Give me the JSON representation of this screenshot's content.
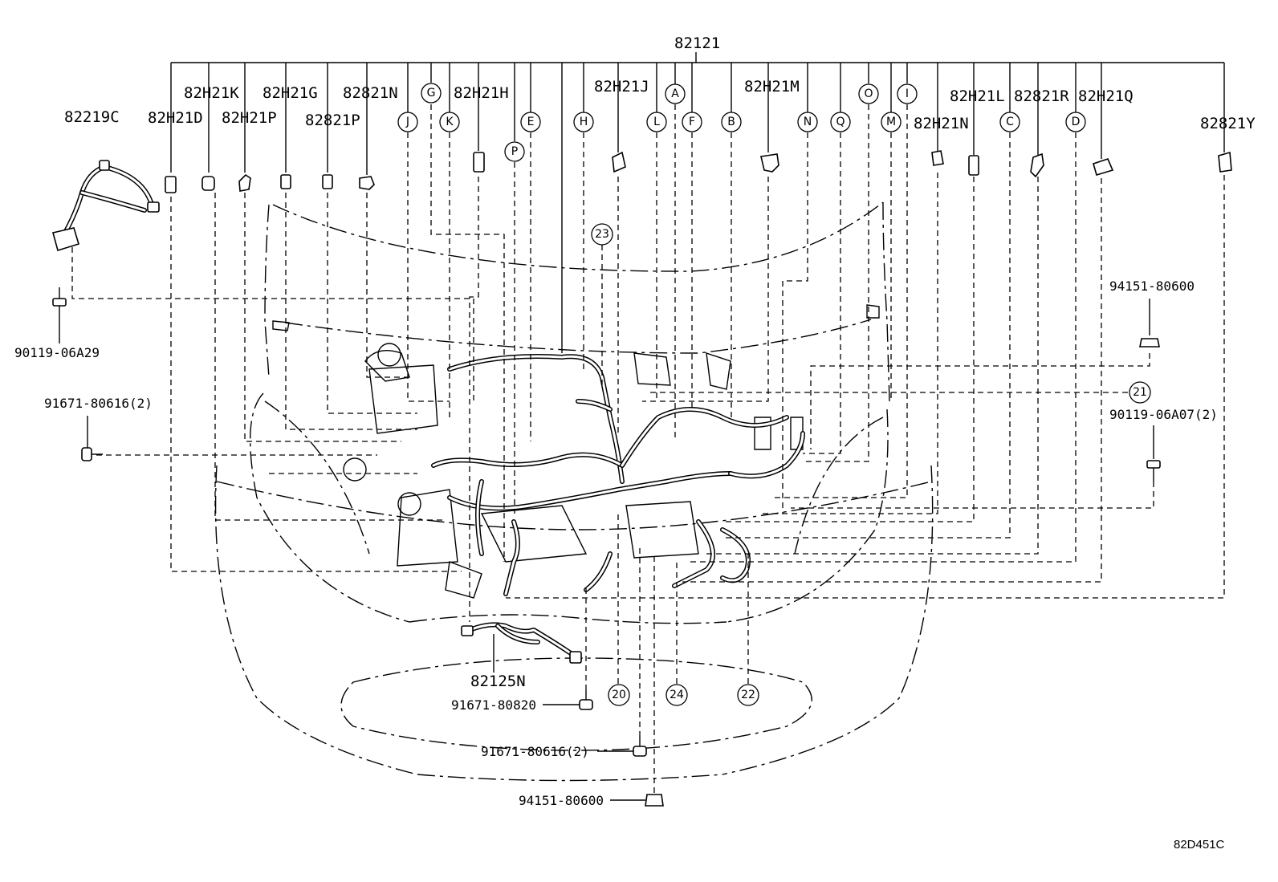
{
  "main_part": "82121",
  "diagram_code": "82D451C",
  "connector_labels": [
    {
      "id": "82H21K",
      "name": "label-82h21k"
    },
    {
      "id": "82H21G",
      "name": "label-82h21g"
    },
    {
      "id": "82821N",
      "name": "label-82821n"
    },
    {
      "id": "82H21D",
      "name": "label-82h21d"
    },
    {
      "id": "82H21P",
      "name": "label-82h21p"
    },
    {
      "id": "82821P",
      "name": "label-82821p"
    },
    {
      "id": "82H21H",
      "name": "label-82h21h"
    },
    {
      "id": "82H21J",
      "name": "label-82h21j"
    },
    {
      "id": "82H21M",
      "name": "label-82h21m"
    },
    {
      "id": "82H21L",
      "name": "label-82h21l"
    },
    {
      "id": "82821R",
      "name": "label-82821r"
    },
    {
      "id": "82H21Q",
      "name": "label-82h21q"
    },
    {
      "id": "82H21N",
      "name": "label-82h21n"
    },
    {
      "id": "82821Y",
      "name": "label-82821y"
    }
  ],
  "other_parts": {
    "sensor": "82219C",
    "sub_harness": "82125N"
  },
  "fasteners": [
    {
      "id": "90119-06A29",
      "name": "bolt-90119-06a29"
    },
    {
      "id": "91671-80616(2)",
      "name": "bolt-91671-80616-left"
    },
    {
      "id": "94151-80600",
      "name": "nut-94151-80600-right"
    },
    {
      "id": "90119-06A07(2)",
      "name": "bolt-90119-06a07"
    },
    {
      "id": "91671-80820",
      "name": "bolt-91671-80820"
    },
    {
      "id": "91671-80616(2)",
      "name": "bolt-91671-80616-bottom"
    },
    {
      "id": "94151-80600",
      "name": "nut-94151-80600-bottom"
    }
  ],
  "letter_markers": [
    "G",
    "A",
    "O",
    "I",
    "J",
    "K",
    "E",
    "H",
    "L",
    "F",
    "B",
    "N",
    "Q",
    "M",
    "C",
    "D",
    "P"
  ],
  "number_markers": [
    "23",
    "21",
    "20",
    "24",
    "22"
  ]
}
